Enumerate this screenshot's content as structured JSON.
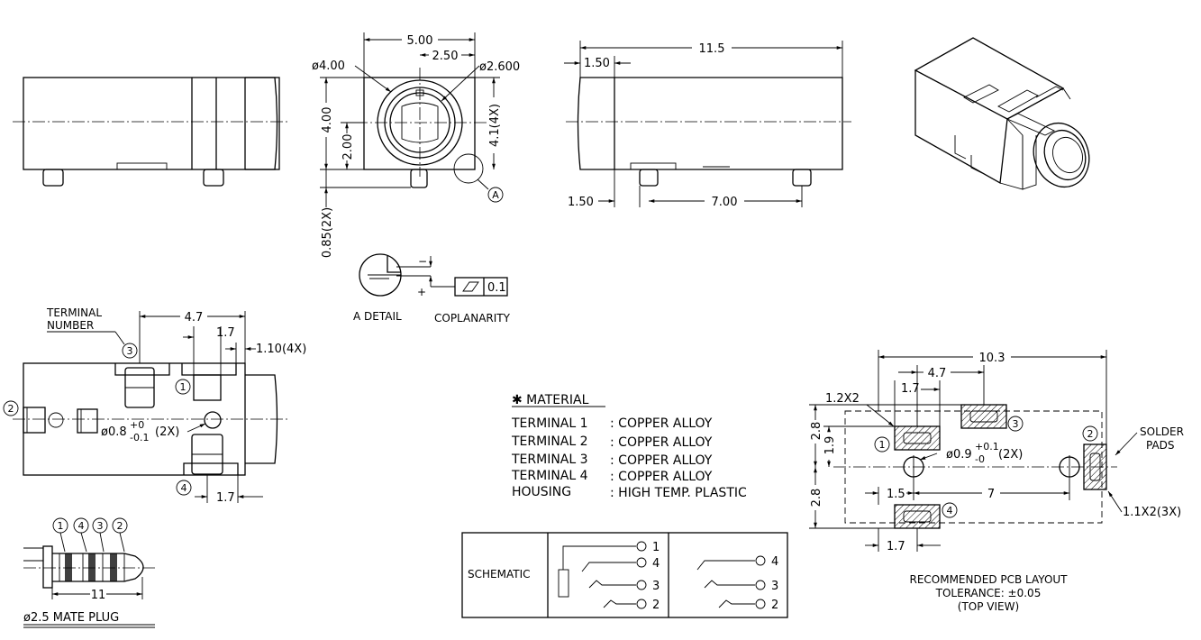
{
  "front_view": {
    "width": "5.00",
    "half_width": "2.50",
    "outer_dia": "ø4.00",
    "inner_dia": "ø2.600",
    "height": "4.00",
    "center_height": "2.00",
    "side_height": "4.1(4X)",
    "pin_length": "0.85(2X)",
    "detail_callout": "A"
  },
  "side_view": {
    "length": "11.5",
    "front_offset": "1.50",
    "pin_offset": "1.50",
    "pin_spacing": "7.00"
  },
  "detail": {
    "title": "A DETAIL",
    "coplanarity_label": "COPLANARITY",
    "tolerance": "0.1",
    "minus": "−",
    "plus": "+"
  },
  "bottom_view": {
    "terminal_number_line1": "TERMINAL",
    "terminal_number_line2": "NUMBER",
    "dim_4_7": "4.7",
    "dim_1_7": "1.7",
    "dim_1_10": "1.10(4X)",
    "hole_main": "ø0.8",
    "hole_tol_plus": "+0",
    "hole_tol_minus": "-0.1",
    "hole_count": "(2X)",
    "dim_bottom_1_7": "1.7",
    "terminals": [
      "1",
      "2",
      "3",
      "4"
    ]
  },
  "plug": {
    "labels": [
      "1",
      "4",
      "3",
      "2"
    ],
    "length": "11",
    "caption": "ø2.5 MATE PLUG"
  },
  "material": {
    "title": "✱ MATERIAL",
    "rows": [
      {
        "part": "TERMINAL 1",
        "value": ": COPPER ALLOY"
      },
      {
        "part": "TERMINAL 2",
        "value": ": COPPER ALLOY"
      },
      {
        "part": "TERMINAL 3",
        "value": ": COPPER ALLOY"
      },
      {
        "part": "TERMINAL 4",
        "value": ": COPPER ALLOY"
      },
      {
        "part": "HOUSING",
        "value": ": HIGH TEMP. PLASTIC"
      }
    ]
  },
  "schematic": {
    "label": "SCHEMATIC",
    "left_pins": [
      "1",
      "4",
      "3",
      "2"
    ],
    "right_pins": [
      "4",
      "3",
      "2"
    ]
  },
  "pcb": {
    "width": "10.3",
    "dim_4_7": "4.7",
    "dim_1_7_top": "1.7",
    "pad_size_1": "1.2X2",
    "dim_2_8_top": "2.8",
    "dim_1_9": "1.9",
    "dim_2_8_bottom": "2.8",
    "hole": "ø0.9",
    "hole_tol_plus": "+0.1",
    "hole_tol_minus": "-0",
    "hole_count": "(2X)",
    "dim_1_5": "1.5",
    "dim_7": "7",
    "dim_1_7_bottom": "1.7",
    "solder_line1": "SOLDER",
    "solder_line2": "PADS",
    "pad_size_2": "1.1X2(3X)",
    "pads": [
      "1",
      "2",
      "3",
      "4"
    ],
    "caption_line1": "RECOMMENDED PCB LAYOUT",
    "caption_line2": "TOLERANCE: ±0.05",
    "caption_line3": "(TOP VIEW)"
  }
}
